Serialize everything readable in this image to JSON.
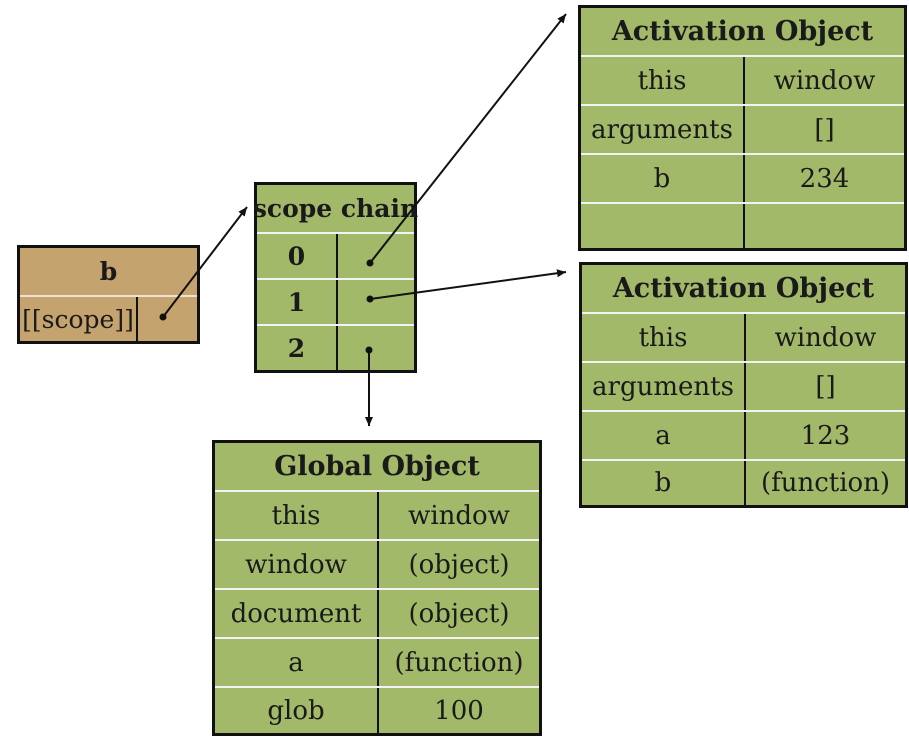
{
  "function_b": {
    "title": "b",
    "scope_label": "[[scope]]"
  },
  "scope_chain": {
    "title": "scope chain",
    "indices": [
      "0",
      "1",
      "2"
    ]
  },
  "activation_b": {
    "title": "Activation Object",
    "rows": [
      {
        "key": "this",
        "value": "window"
      },
      {
        "key": "arguments",
        "value": "[]"
      },
      {
        "key": "b",
        "value": "234"
      },
      {
        "key": "",
        "value": ""
      }
    ]
  },
  "activation_a": {
    "title": "Activation Object",
    "rows": [
      {
        "key": "this",
        "value": "window"
      },
      {
        "key": "arguments",
        "value": "[]"
      },
      {
        "key": "a",
        "value": "123"
      },
      {
        "key": "b",
        "value": "(function)"
      }
    ]
  },
  "global_object": {
    "title": "Global Object",
    "rows": [
      {
        "key": "this",
        "value": "window"
      },
      {
        "key": "window",
        "value": "(object)"
      },
      {
        "key": "document",
        "value": "(object)"
      },
      {
        "key": "a",
        "value": "(function)"
      },
      {
        "key": "glob",
        "value": "100"
      }
    ]
  },
  "colors": {
    "table_fill": "#a3b96a",
    "function_fill": "#c4a36e",
    "border": "#111111"
  }
}
